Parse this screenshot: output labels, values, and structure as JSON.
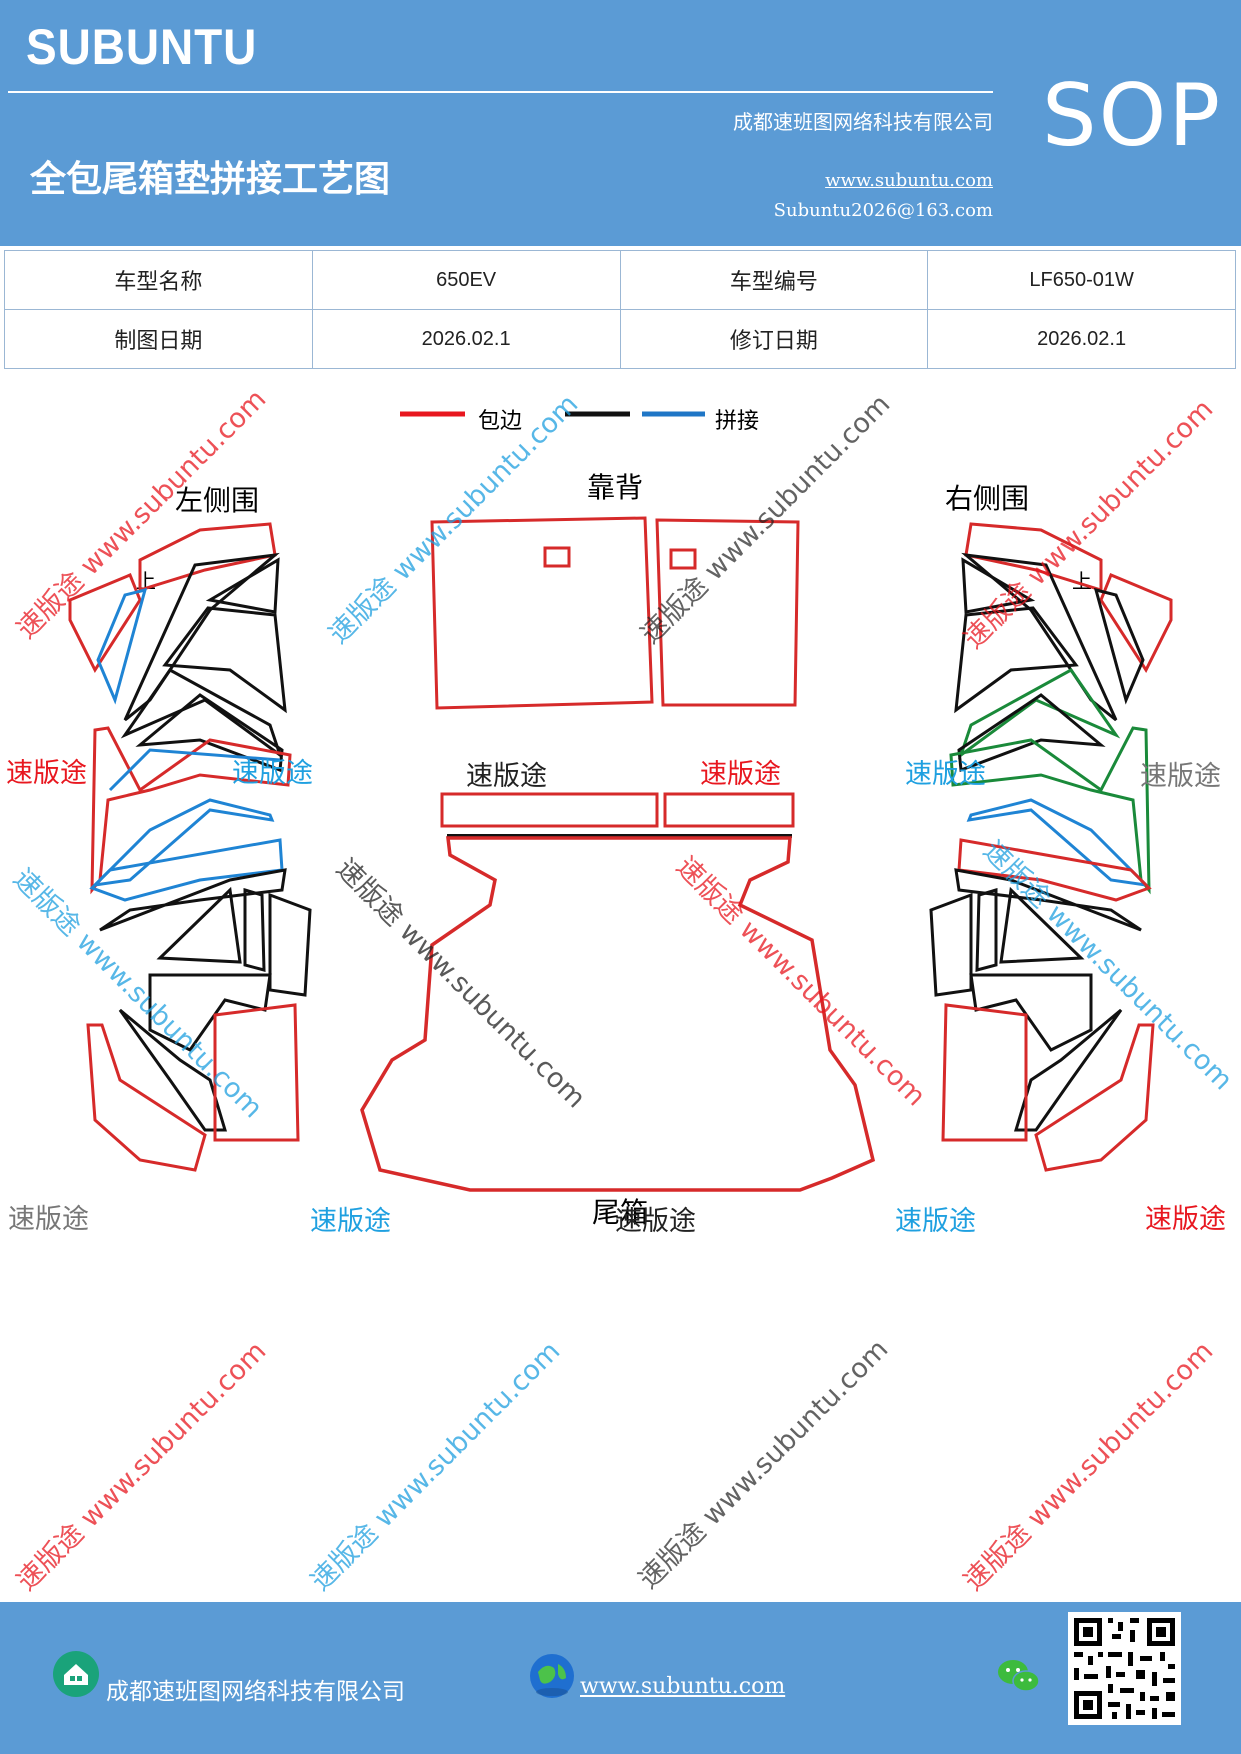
{
  "header": {
    "logo": "SUBUNTU",
    "company": "成都速班图网络科技有限公司",
    "title": "全包尾箱垫拼接工艺图",
    "website": "www.subuntu.com",
    "email": "Subuntu2026@163.com",
    "badge": "SOP"
  },
  "info_table": {
    "rows": [
      [
        "车型名称",
        "650EV",
        "车型编号",
        "LF650-01W"
      ],
      [
        "制图日期",
        "2026.02.1",
        "修订日期",
        "2026.02.1"
      ]
    ]
  },
  "legend": {
    "items": [
      {
        "label": "包边",
        "color": "#e8171f"
      },
      {
        "label": "",
        "color": "#111111"
      },
      {
        "label": "拼接",
        "color": "#1f76c6"
      }
    ]
  },
  "sections": {
    "left_panel": "左侧围",
    "backrest": "靠背",
    "right_panel": "右侧围",
    "trunk": "尾箱",
    "up_mark_left": "上",
    "up_mark_right": "上"
  },
  "watermarks": {
    "brand": "速版途",
    "url_text": "速版途 www.subuntu.com",
    "colors": {
      "red": "#e8171f",
      "blue": "#1fa0e0",
      "gray": "#777777",
      "black": "#222222"
    }
  },
  "footer": {
    "company": "成都速班图网络科技有限公司",
    "website": "www.subuntu.com",
    "icons": [
      "house-icon",
      "globe-icon",
      "wechat-icon",
      "qr-code"
    ]
  }
}
